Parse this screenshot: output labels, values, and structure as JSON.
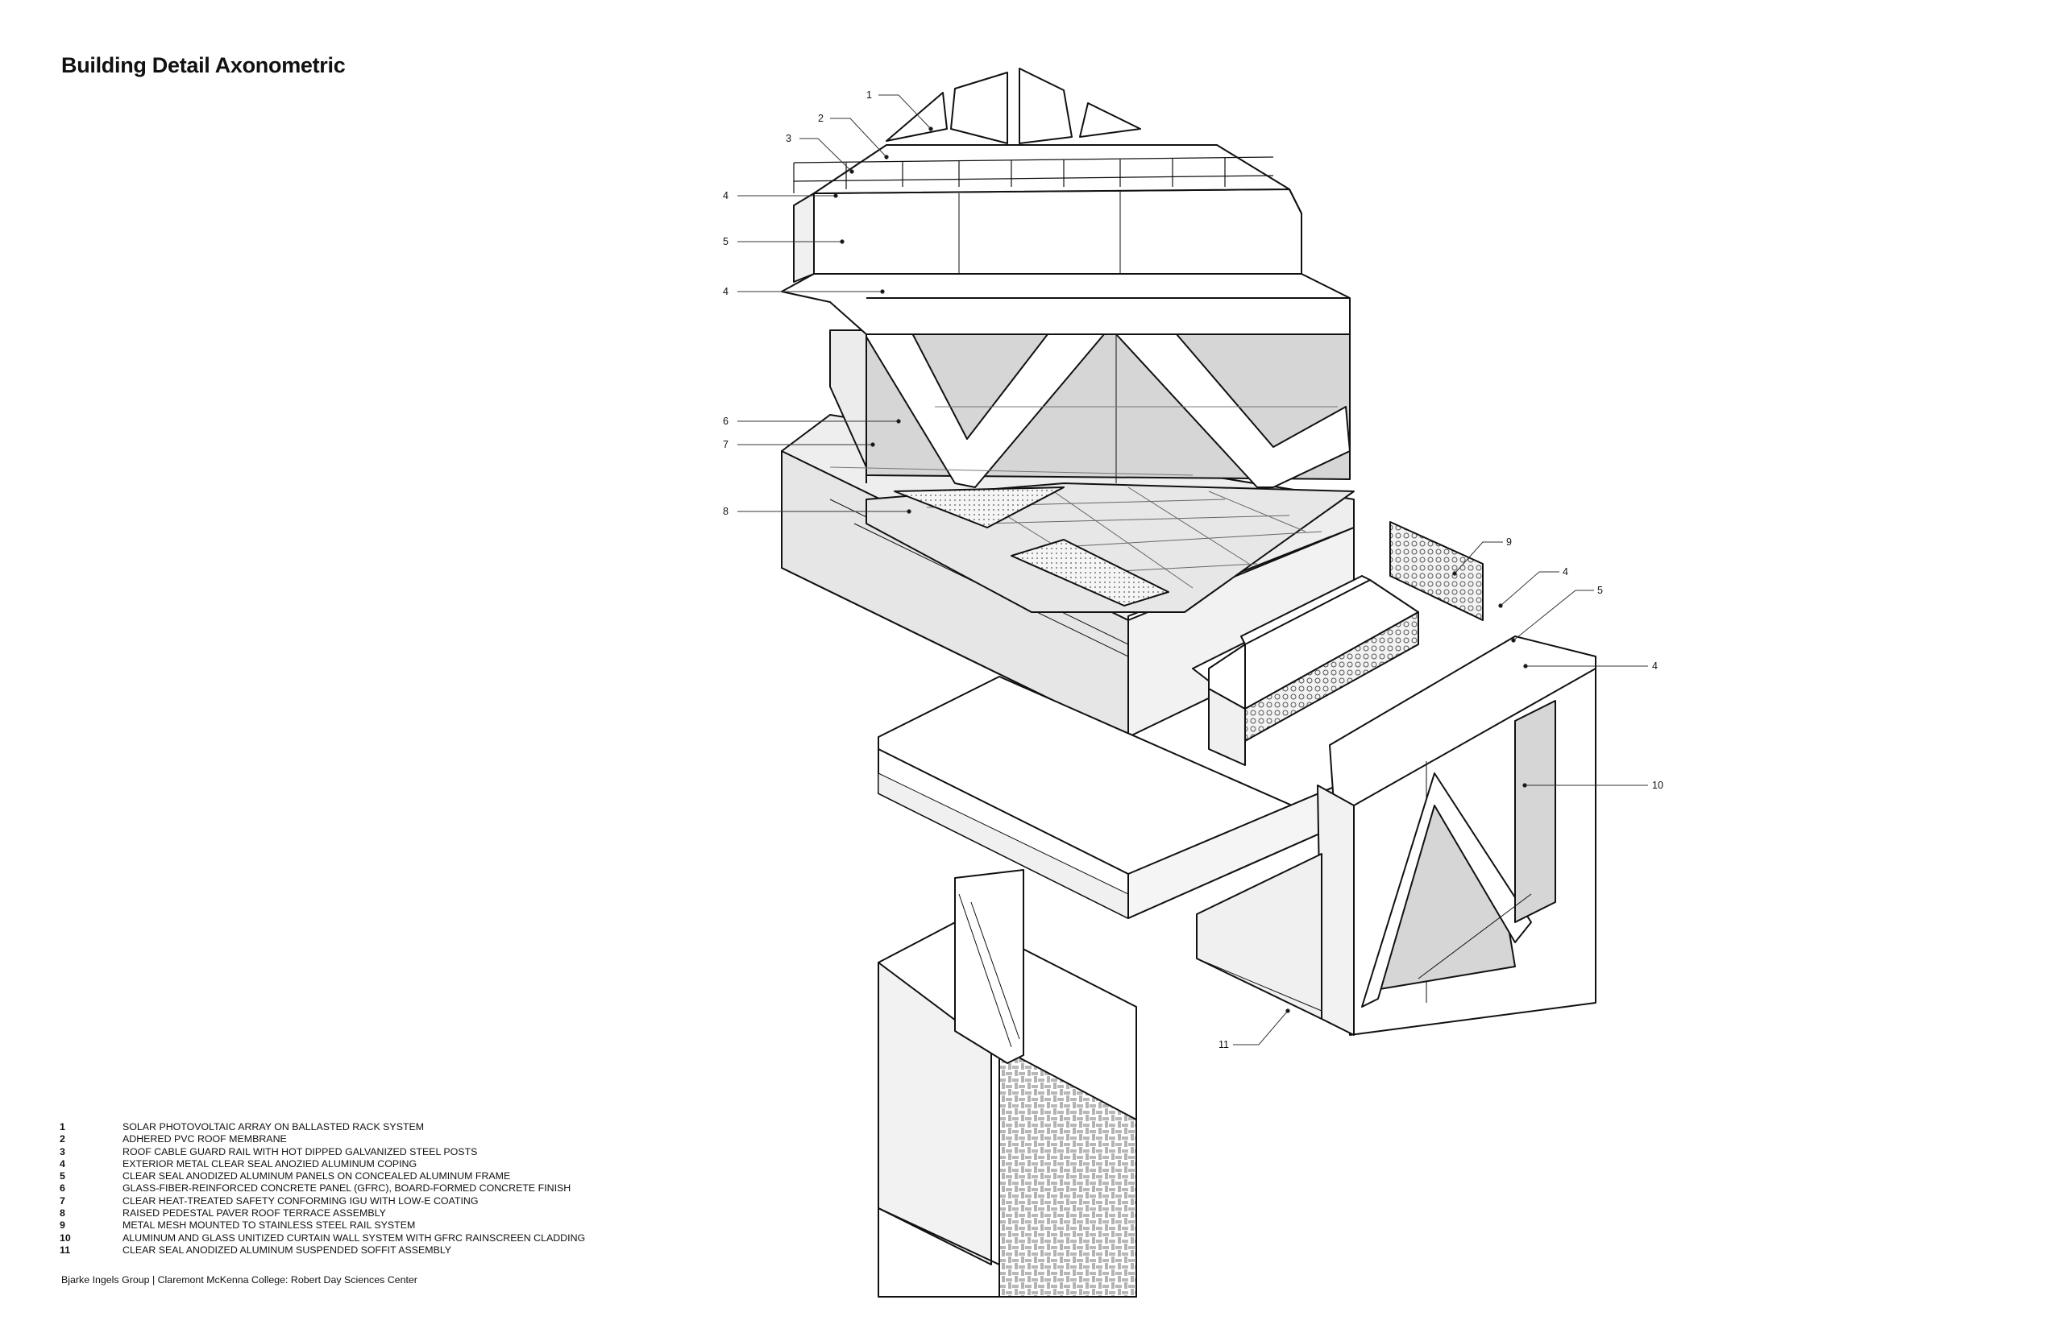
{
  "title": "Building Detail Axonometric",
  "legend": [
    {
      "num": "1",
      "text": "SOLAR PHOTOVOLTAIC ARRAY ON BALLASTED RACK SYSTEM"
    },
    {
      "num": "2",
      "text": "ADHERED PVC ROOF MEMBRANE"
    },
    {
      "num": "3",
      "text": "ROOF CABLE GUARD RAIL WITH HOT DIPPED GALVANIZED STEEL POSTS"
    },
    {
      "num": "4",
      "text": "EXTERIOR METAL CLEAR SEAL ANOZIED ALUMINUM COPING"
    },
    {
      "num": "5",
      "text": "CLEAR SEAL ANODIZED ALUMINUM PANELS ON CONCEALED ALUMINUM FRAME"
    },
    {
      "num": "6",
      "text": "GLASS-FIBER-REINFORCED CONCRETE PANEL (GFRC), BOARD-FORMED CONCRETE FINISH"
    },
    {
      "num": "7",
      "text": "CLEAR HEAT-TREATED SAFETY CONFORMING IGU WITH LOW-E COATING"
    },
    {
      "num": "8",
      "text": "RAISED PEDESTAL PAVER ROOF TERRACE ASSEMBLY"
    },
    {
      "num": "9",
      "text": "METAL MESH MOUNTED TO STAINLESS STEEL RAIL SYSTEM"
    },
    {
      "num": "10",
      "text": "ALUMINUM AND GLASS UNITIZED CURTAIN WALL SYSTEM WITH GFRC RAINSCREEN CLADDING"
    },
    {
      "num": "11",
      "text": "CLEAR SEAL ANODIZED ALUMINUM SUSPENDED SOFFIT ASSEMBLY"
    }
  ],
  "credit": "Bjarke Ingels Group | Claremont McKenna College: Robert Day Sciences Center",
  "callouts": {
    "c1": "1",
    "c2": "2",
    "c3": "3",
    "c4a": "4",
    "c5a": "5",
    "c4b": "4",
    "c6": "6",
    "c7": "7",
    "c8": "8",
    "c9": "9",
    "c4c": "4",
    "c5b": "5",
    "c4d": "4",
    "c10": "10",
    "c11": "11"
  },
  "colors": {
    "line": "#111111",
    "glass": "#d9d9d9",
    "shade": "#ececec",
    "paper": "#ffffff"
  }
}
